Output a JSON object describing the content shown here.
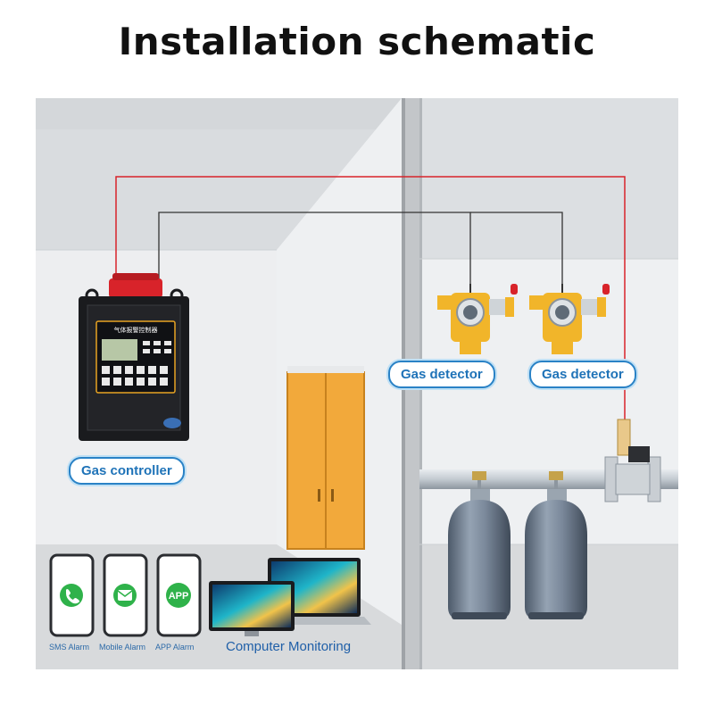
{
  "title": "Installation schematic",
  "labels": {
    "gas_controller": "Gas controller",
    "gas_detector_1": "Gas detector",
    "gas_detector_2": "Gas detector"
  },
  "alarms": {
    "sms": "SMS Alarm",
    "mobile": "Mobile Alarm",
    "app": "APP Alarm",
    "app_icon_text": "APP"
  },
  "computer_monitoring": "Computer Monitoring",
  "controller_panel_title": "气体报警控制器",
  "colors": {
    "label_text": "#1f73b8",
    "alarm_green": "#2fb24a",
    "wire_red": "#d8232a",
    "wire_black": "#333333",
    "cabinet_orange": "#f2a93b",
    "cylinder_gray": "#6f7f92",
    "detector_yellow": "#f1b52a"
  }
}
